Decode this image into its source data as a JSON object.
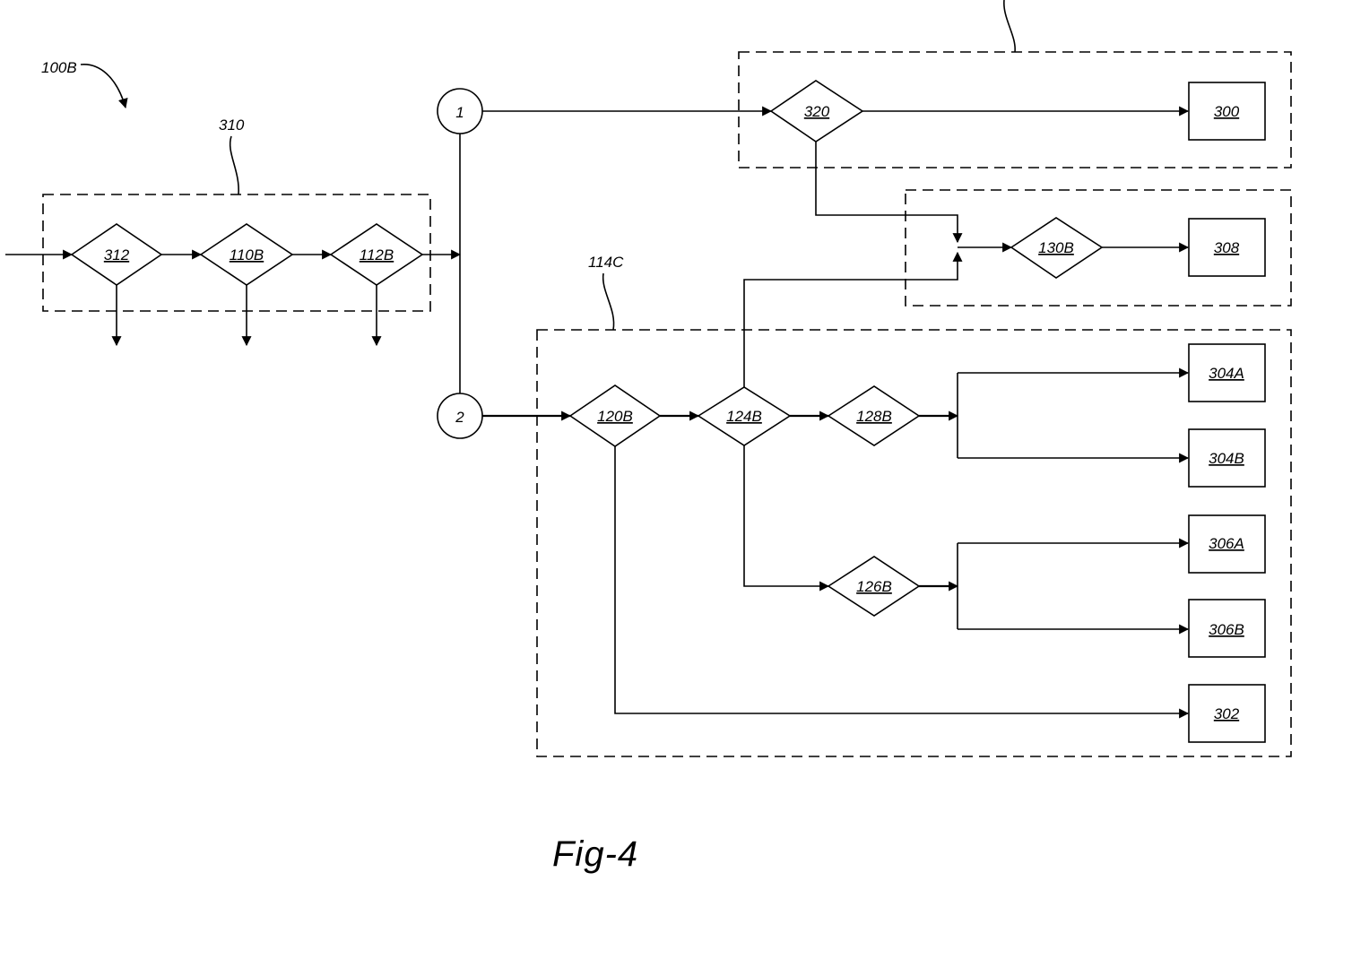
{
  "figure_label": "Fig-4",
  "references": {
    "system": "100B",
    "group_310": "310",
    "group_114c": "114C"
  },
  "connectors": {
    "c1": "1",
    "c2": "2"
  },
  "nodes": {
    "n312": "312",
    "n110b": "110B",
    "n112b": "112B",
    "n320": "320",
    "n300": "300",
    "n130b": "130B",
    "n308": "308",
    "n120b": "120B",
    "n124b": "124B",
    "n128b": "128B",
    "n126b": "126B",
    "n304a": "304A",
    "n304b": "304B",
    "n306a": "306A",
    "n306b": "306B",
    "n302": "302"
  }
}
